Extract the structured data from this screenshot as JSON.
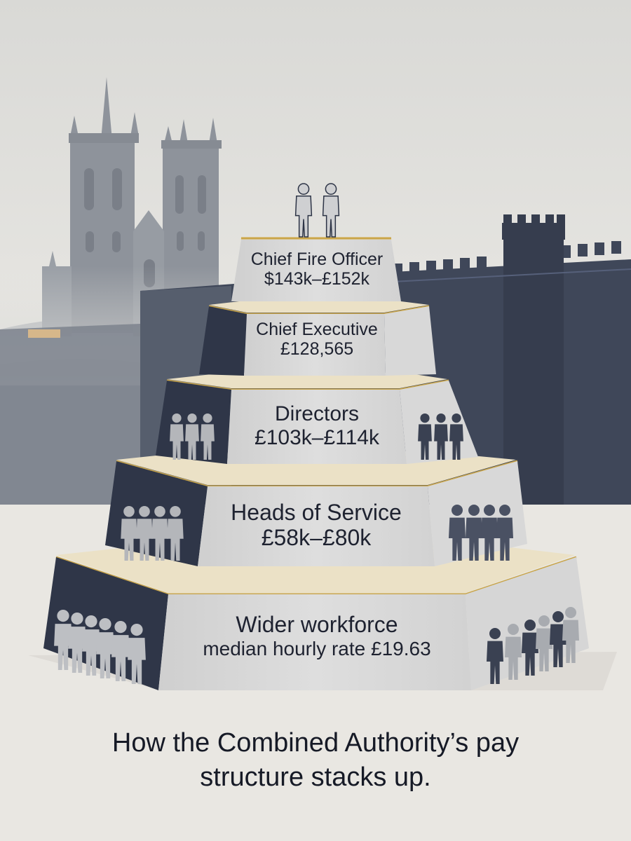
{
  "tiers": [
    {
      "title": "Chief Fire Officer",
      "value": "$143k–£152k"
    },
    {
      "title": "Chief Executive",
      "value": "£128,565"
    },
    {
      "title": "Directors",
      "value": "£103k–£114k"
    },
    {
      "title": "Heads of Service",
      "value": "£58k–£80k"
    },
    {
      "title": "Wider workforce",
      "value": "median hourly rate £19.63"
    }
  ],
  "caption": {
    "line1": "How the Combined Authority’s pay",
    "line2": "structure stacks up."
  },
  "colors": {
    "sky": "#e4e3df",
    "ground": "#e9e7e2",
    "cathedral": "#8b9098",
    "castle": "#3a4254",
    "tier_face": "#d8d8d8",
    "tier_left": "#2d3446",
    "tier_right": "#dcdcdc",
    "tier_top": "#e8dcc0",
    "gold_edge": "#c9a54a",
    "text": "#1e2230"
  },
  "icons": [
    "cathedral-icon",
    "castle-icon",
    "person-icon"
  ]
}
